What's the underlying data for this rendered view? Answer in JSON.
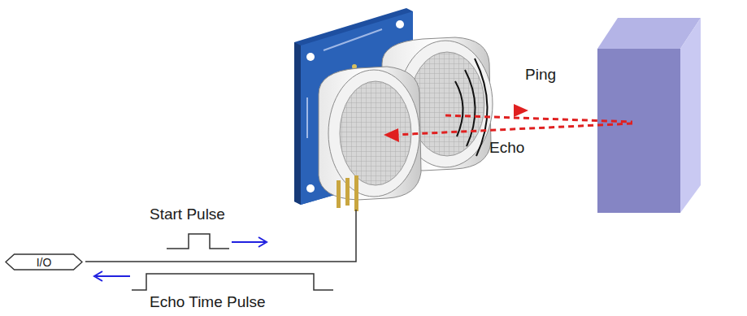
{
  "diagram": {
    "nodes": [
      {
        "text": [
          "I/O"
        ]
      }
    ],
    "labels": [
      "Ping",
      "Echo",
      "Start Pulse",
      "Echo Time Pulse"
    ]
  }
}
